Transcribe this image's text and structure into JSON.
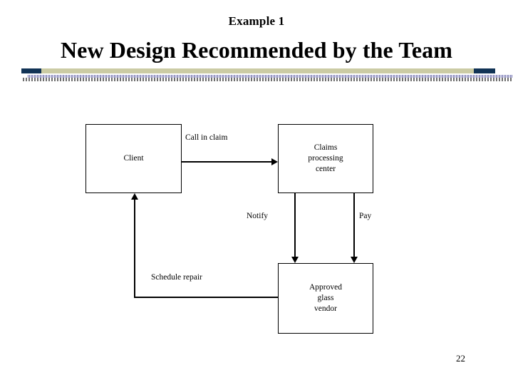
{
  "slide": {
    "eyebrow": "Example 1",
    "headline": "New Design Recommended by the Team",
    "page_number": "22"
  },
  "theme": {
    "accent_navy": "#113355",
    "band_khaki": "#cbcba4",
    "band_lavender": "#9b9bc8",
    "band_gray": "#8a8a8a",
    "background": "#ffffff",
    "ink": "#000000"
  },
  "diagram": {
    "type": "flowchart",
    "nodes": [
      {
        "id": "client",
        "label": "Client"
      },
      {
        "id": "claims",
        "label": "Claims\nprocessing\ncenter",
        "line1": "Claims",
        "line2": "processing",
        "line3": "center"
      },
      {
        "id": "vendor",
        "label": "Approved\nglass\nvendor",
        "line1": "Approved",
        "line2": "glass",
        "line3": "vendor"
      }
    ],
    "edges": [
      {
        "id": "call",
        "from": "client",
        "to": "claims",
        "label": "Call in claim",
        "direction": "right"
      },
      {
        "id": "notify",
        "from": "claims",
        "to": "vendor",
        "label": "Notify",
        "direction": "down"
      },
      {
        "id": "pay",
        "from": "claims",
        "to": "vendor",
        "label": "Pay",
        "direction": "down"
      },
      {
        "id": "schedule",
        "from": "vendor",
        "to": "client",
        "label": "Schedule repair",
        "direction": "up"
      }
    ]
  }
}
